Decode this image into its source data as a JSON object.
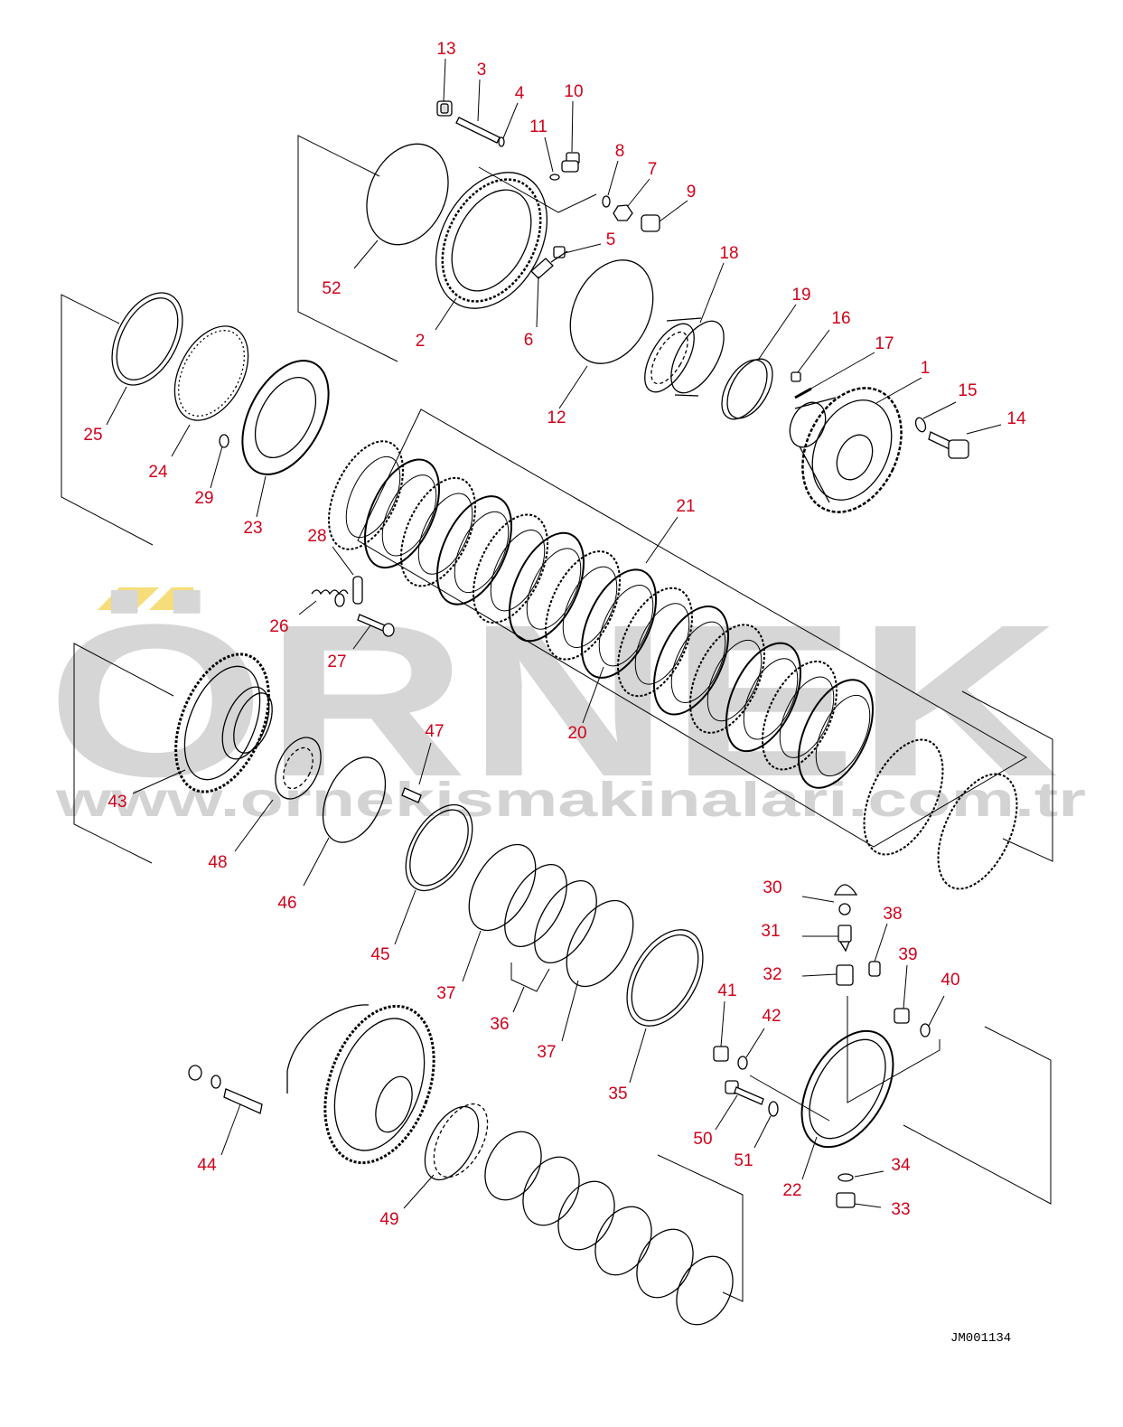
{
  "watermark": {
    "brand": "ÖRNEK",
    "url": "www.ornekismakinalari.com.tr",
    "brand_color": "#d6d6d6",
    "accent_color": "#f6dd7a"
  },
  "colors": {
    "callout": "#d0021b",
    "line": "#000000"
  },
  "drawing_code": "JM001134",
  "callouts": [
    {
      "id": "c13",
      "label": "13"
    },
    {
      "id": "c3",
      "label": "3"
    },
    {
      "id": "c4",
      "label": "4"
    },
    {
      "id": "c10",
      "label": "10"
    },
    {
      "id": "c11",
      "label": "11"
    },
    {
      "id": "c8",
      "label": "8"
    },
    {
      "id": "c7",
      "label": "7"
    },
    {
      "id": "c9",
      "label": "9"
    },
    {
      "id": "c5",
      "label": "5"
    },
    {
      "id": "c18",
      "label": "18"
    },
    {
      "id": "c52",
      "label": "52"
    },
    {
      "id": "c2",
      "label": "2"
    },
    {
      "id": "c6",
      "label": "6"
    },
    {
      "id": "c19",
      "label": "19"
    },
    {
      "id": "c16",
      "label": "16"
    },
    {
      "id": "c17",
      "label": "17"
    },
    {
      "id": "c1",
      "label": "1"
    },
    {
      "id": "c15",
      "label": "15"
    },
    {
      "id": "c14",
      "label": "14"
    },
    {
      "id": "c12",
      "label": "12"
    },
    {
      "id": "c25",
      "label": "25"
    },
    {
      "id": "c24",
      "label": "24"
    },
    {
      "id": "c29",
      "label": "29"
    },
    {
      "id": "c23",
      "label": "23"
    },
    {
      "id": "c21",
      "label": "21"
    },
    {
      "id": "c28",
      "label": "28"
    },
    {
      "id": "c26",
      "label": "26"
    },
    {
      "id": "c27",
      "label": "27"
    },
    {
      "id": "c20",
      "label": "20"
    },
    {
      "id": "c43",
      "label": "43"
    },
    {
      "id": "c47",
      "label": "47"
    },
    {
      "id": "c48",
      "label": "48"
    },
    {
      "id": "c46",
      "label": "46"
    },
    {
      "id": "c45",
      "label": "45"
    },
    {
      "id": "c37a",
      "label": "37"
    },
    {
      "id": "c36",
      "label": "36"
    },
    {
      "id": "c37b",
      "label": "37"
    },
    {
      "id": "c35",
      "label": "35"
    },
    {
      "id": "c30",
      "label": "30"
    },
    {
      "id": "c31",
      "label": "31"
    },
    {
      "id": "c38",
      "label": "38"
    },
    {
      "id": "c32",
      "label": "32"
    },
    {
      "id": "c39",
      "label": "39"
    },
    {
      "id": "c40",
      "label": "40"
    },
    {
      "id": "c41",
      "label": "41"
    },
    {
      "id": "c42",
      "label": "42"
    },
    {
      "id": "c50",
      "label": "50"
    },
    {
      "id": "c51",
      "label": "51"
    },
    {
      "id": "c22",
      "label": "22"
    },
    {
      "id": "c34",
      "label": "34"
    },
    {
      "id": "c33",
      "label": "33"
    },
    {
      "id": "c44",
      "label": "44"
    },
    {
      "id": "c49",
      "label": "49"
    }
  ]
}
